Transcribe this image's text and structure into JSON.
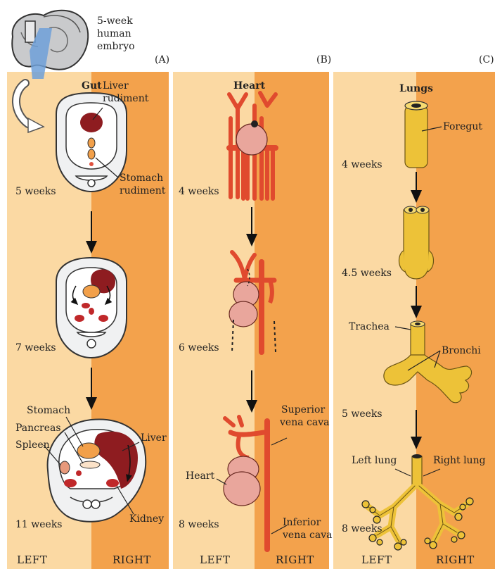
{
  "embryo_caption": [
    "5-week",
    "human",
    "embryo"
  ],
  "panels": [
    {
      "letter": "(A)",
      "title": "Gut"
    },
    {
      "letter": "(B)",
      "title": "Heart"
    },
    {
      "letter": "(C)",
      "title": "Lungs"
    }
  ],
  "gut": {
    "stages": [
      "5 weeks",
      "7 weeks",
      "11 weeks"
    ],
    "labels": {
      "liver_rudiment": [
        "Liver",
        "rudiment"
      ],
      "stomach_rudiment": [
        "Stomach",
        "rudiment"
      ],
      "stomach": "Stomach",
      "pancreas": "Pancreas",
      "spleen": "Spleen",
      "liver": "Liver",
      "kidney": "Kidney"
    }
  },
  "heart": {
    "stages": [
      "4 weeks",
      "6 weeks",
      "8 weeks"
    ],
    "labels": {
      "superior_vena_cava": [
        "Superior",
        "vena cava"
      ],
      "heart": "Heart",
      "inferior_vena_cava": [
        "Inferior",
        "vena cava"
      ]
    }
  },
  "lungs": {
    "stages": [
      "4 weeks",
      "4.5 weeks",
      "5 weeks",
      "8 weeks"
    ],
    "labels": {
      "foregut": "Foregut",
      "trachea": "Trachea",
      "bronchi": "Bronchi",
      "left_lung": "Left lung",
      "right_lung": "Right lung"
    }
  },
  "sides": {
    "left": "LEFT",
    "right": "RIGHT"
  },
  "colors": {
    "left_band": "#fbd9a3",
    "right_band": "#f3a24c",
    "liver": "#8e1c20",
    "tissue": "#f0f1f2",
    "vessel": "#e04a2e",
    "heart": "#e9a69c",
    "lung": "#edc238"
  }
}
